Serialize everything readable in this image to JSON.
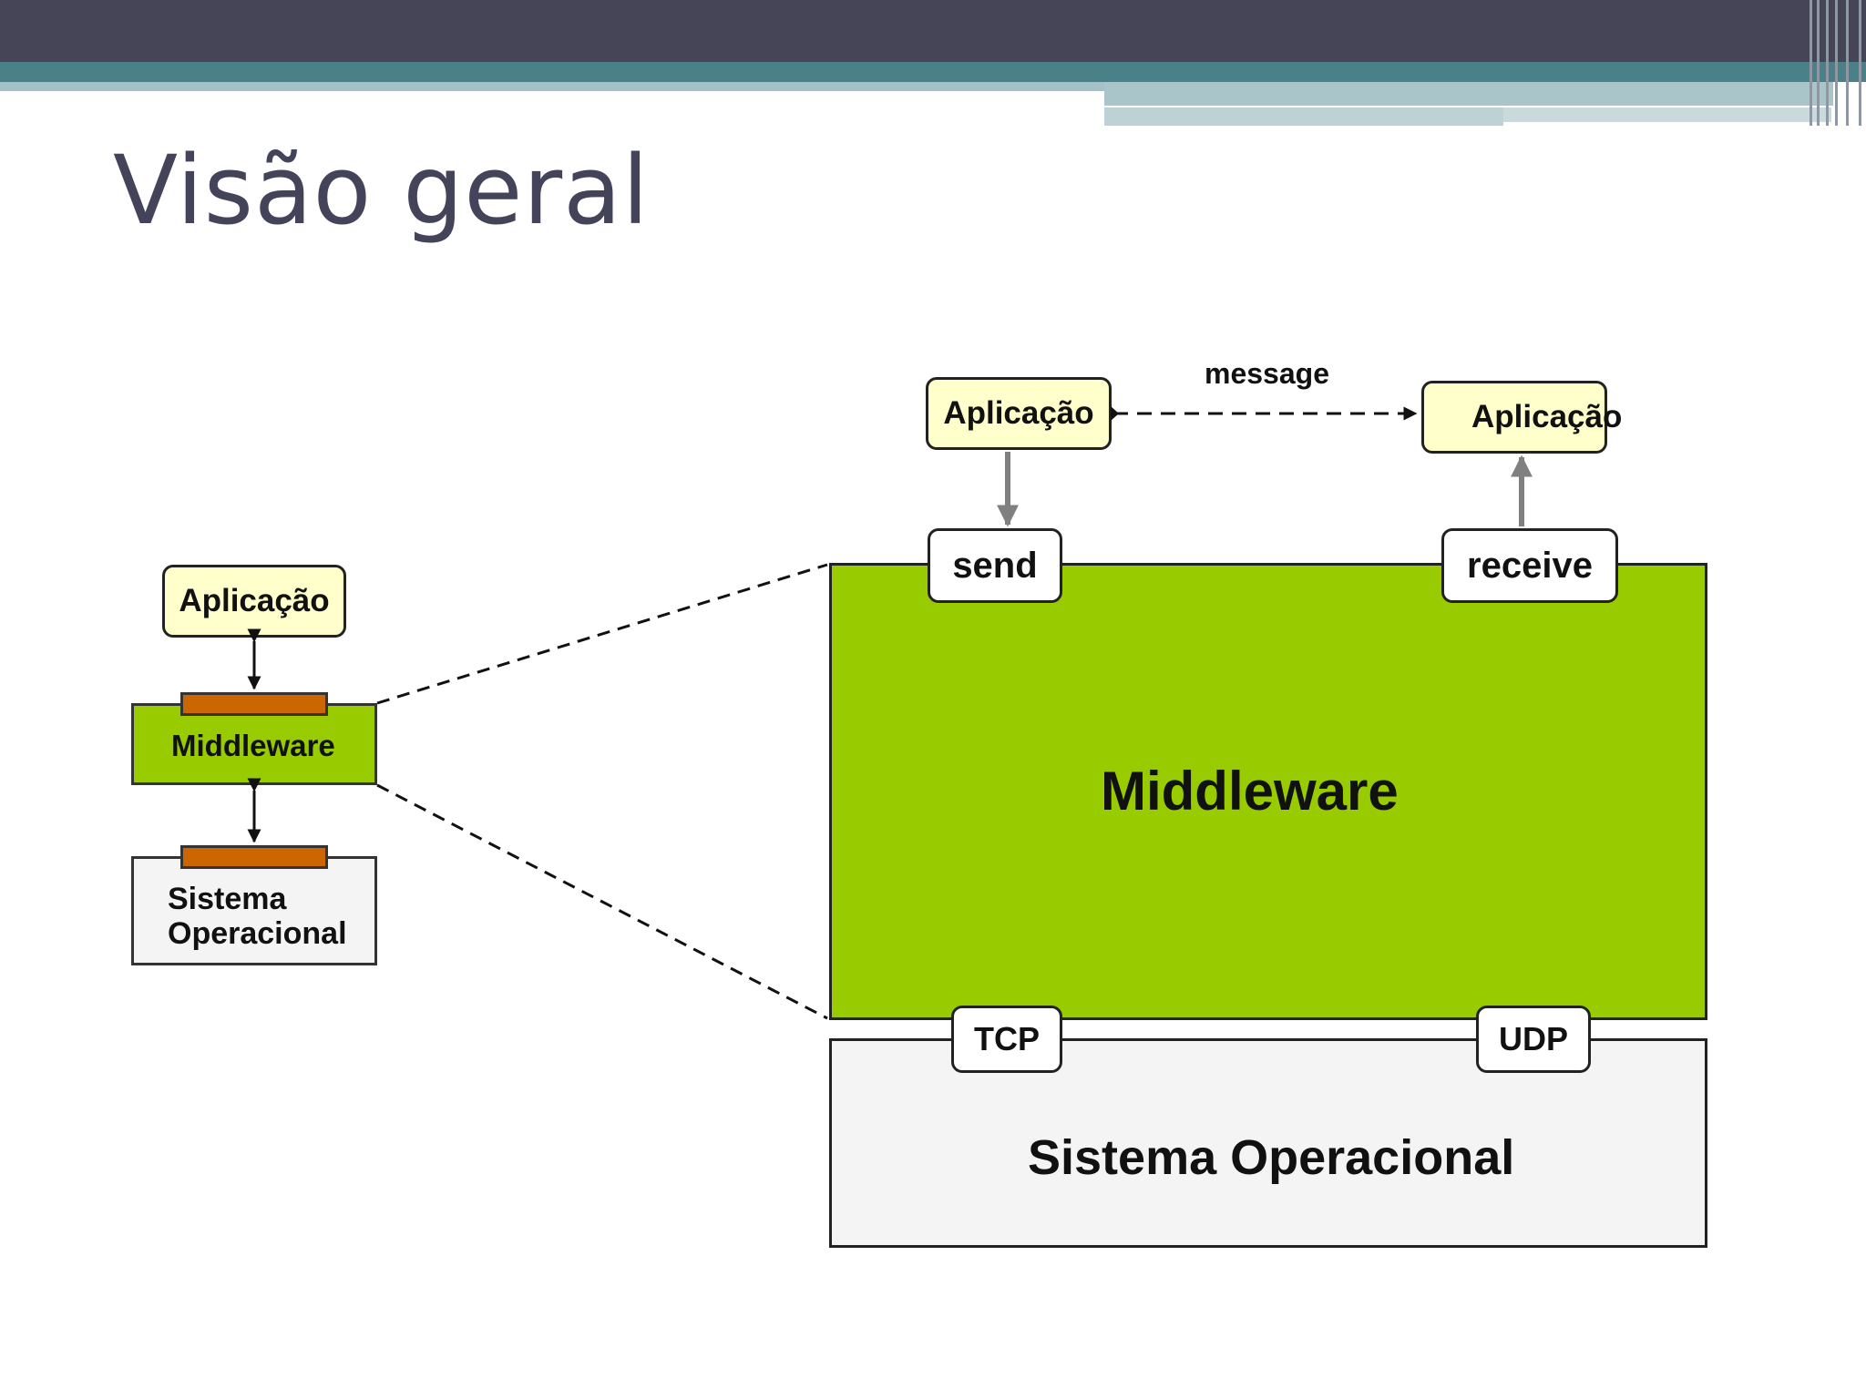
{
  "slide": {
    "title": "Visão geral"
  },
  "diagram": {
    "small_stack": {
      "app_label": "Aplicação",
      "middleware_label": "Middleware",
      "os_label_line1": "Sistema",
      "os_label_line2": "Operacional"
    },
    "large_stack": {
      "sender_app_label": "Aplicação",
      "receiver_app_label": "Aplicação",
      "message_label": "message",
      "send_label": "send",
      "receive_label": "receive",
      "middleware_label": "Middleware",
      "tcp_label": "TCP",
      "udp_label": "UDP",
      "os_label": "Sistema Operacional"
    },
    "colors": {
      "middleware_green": "#99cc00",
      "app_box_fill": "#ffffcc",
      "interface_orange": "#cc6600",
      "os_fill": "#f4f4f4",
      "header_dark": "#454557",
      "header_teal": "#4a8087",
      "title_color": "#43435a"
    }
  }
}
